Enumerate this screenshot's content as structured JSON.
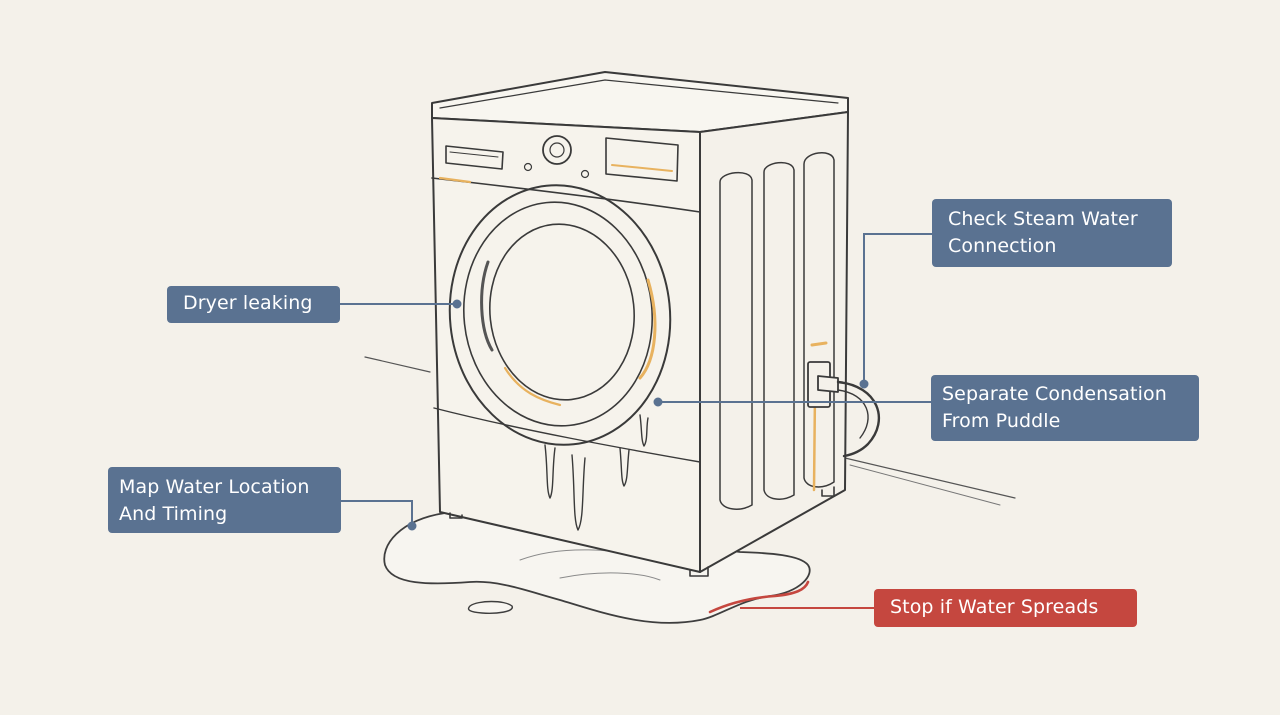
{
  "colors": {
    "background": "#f4f1ea",
    "callout_blue": "#5a7291",
    "callout_red": "#c5473f",
    "leader_line": "#5a7291",
    "sketch_ink": "#3a3a3a",
    "accent_orange": "#e8b25f"
  },
  "callouts": {
    "dryer": {
      "lines": [
        "Dryer leaking"
      ]
    },
    "steam": {
      "lines": [
        "Check Steam Water",
        "Connection"
      ]
    },
    "separate": {
      "lines": [
        "Separate Condensation",
        "From Puddle"
      ]
    },
    "map": {
      "lines": [
        "Map Water Location",
        "And Timing"
      ]
    },
    "stop": {
      "lines": [
        "Stop if Water Spreads"
      ],
      "color": "#c5473f"
    }
  }
}
